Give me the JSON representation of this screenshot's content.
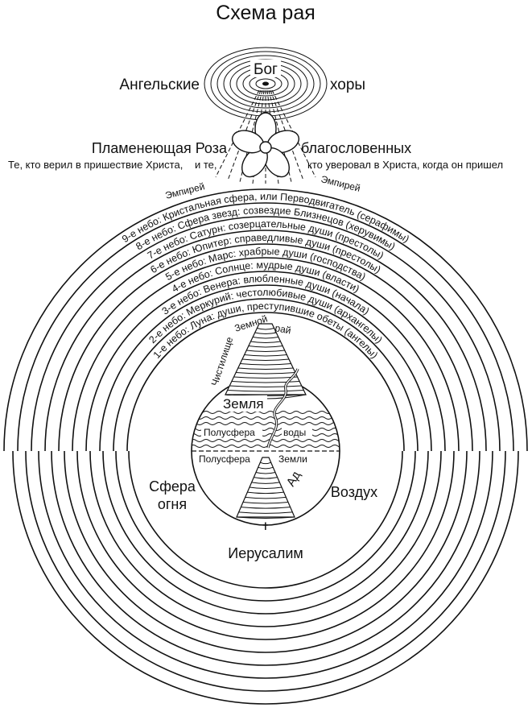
{
  "title": "Схема рая",
  "top": {
    "god": "Бог",
    "angelic_left": "Ангельские",
    "angelic_right": "хоры",
    "rose": "Пламенеющая Роза",
    "blessed": "благословенных",
    "believers_before": "Те, кто верил в пришествие Христа,",
    "and_those": "и те,",
    "believers_after": "кто уверовал в Христа, когда он пришел",
    "empyrean_left": "Эмпирей",
    "empyrean_right": "Эмпирей"
  },
  "heavens": [
    "1-е небо: Луна: души, преступившие обеты (ангелы)",
    "2-е небо: Меркурий: честолюбивые души (архангелы)",
    "3-е небо: Венера: влюбленные души (начала)",
    "4-е небо: Солнце: мудрые души (власти)",
    "5-е небо: Марс: храбрые души (господства)",
    "6-е небо: Юпитер: справедливые души (престолы)",
    "7-е небо: Сатурн: созерцательные души (престолы)",
    "8-е небо: Сфера звезд: созвездие Близнецов (херувимы)",
    "9-е небо: Кристальная сфера, или Перводвигатель (серафимы)"
  ],
  "earth": {
    "earthly": "Земной",
    "paradise": "рай",
    "purgatory": "Чистилище",
    "earth": "Земля",
    "water_hemi_a": "Полусфера",
    "water_hemi_b": "воды",
    "land_hemi_a": "Полусфера",
    "land_hemi_b": "Земли",
    "hell": "Ад",
    "fire_a": "Сфера",
    "fire_b": "огня",
    "air": "Воздух",
    "jerusalem": "Иерусалим"
  }
}
